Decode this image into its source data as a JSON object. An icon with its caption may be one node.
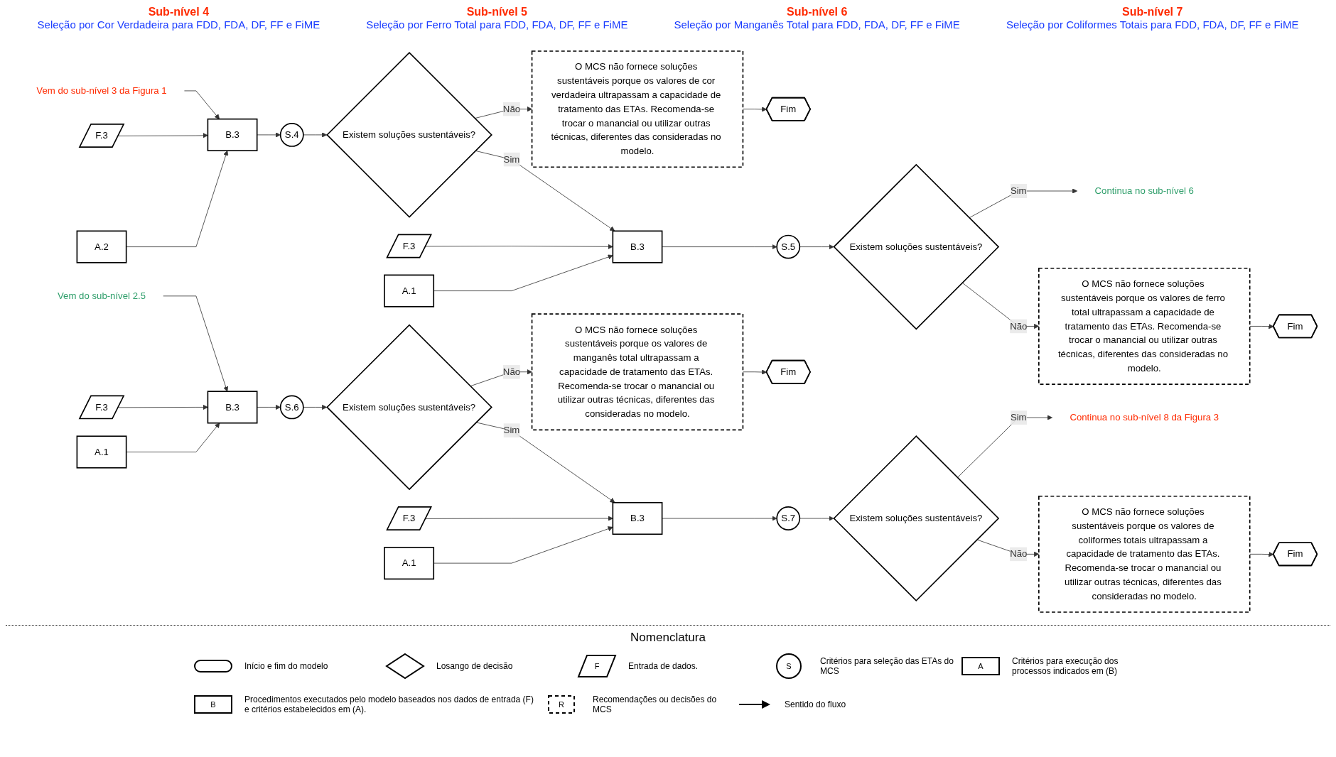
{
  "diagram": {
    "nodes": [
      {
        "text": [
          "Vem do sub-nível 3 da Figura 1"
        ]
      },
      {
        "text": [
          "F.3"
        ]
      },
      {
        "text": [
          "A.2"
        ]
      },
      {
        "text": [
          "B.3"
        ]
      },
      {
        "text": [
          "S.4"
        ]
      },
      {
        "text": [
          "Existem soluções sustentáveis?"
        ]
      },
      {
        "text": [
          "O MCS não fornece soluções sustentáveis porque os valores de cor verdadeira ultrapassam a capacidade de tratamento das ETAs. Recomenda-se trocar o manancial ou utilizar outras técnicas, diferentes das consideradas no modelo."
        ]
      },
      {
        "text": [
          "Fim"
        ]
      },
      {
        "text": [
          "F.3"
        ]
      },
      {
        "text": [
          "A.1"
        ]
      },
      {
        "text": [
          "B.3"
        ]
      },
      {
        "text": [
          "S.5"
        ]
      },
      {
        "text": [
          "Existem soluções sustentáveis?"
        ]
      },
      {
        "text": [
          "Continua no sub-nível 6"
        ]
      },
      {
        "text": [
          "O MCS não fornece soluções sustentáveis porque os valores de ferro total ultrapassam a capacidade de tratamento das ETAs. Recomenda-se trocar o manancial ou utilizar outras técnicas, diferentes das consideradas no modelo."
        ]
      },
      {
        "text": [
          "Fim"
        ]
      },
      {
        "text": [
          "Vem do sub-nível 2.5"
        ]
      },
      {
        "text": [
          "F.3"
        ]
      },
      {
        "text": [
          "A.1"
        ]
      },
      {
        "text": [
          "B.3"
        ]
      },
      {
        "text": [
          "S.6"
        ]
      },
      {
        "text": [
          "Existem soluções sustentáveis?"
        ]
      },
      {
        "text": [
          "O MCS não fornece soluções sustentáveis porque os valores de manganês total ultrapassam a capacidade de tratamento das ETAs. Recomenda-se trocar o manancial ou utilizar outras técnicas, diferentes das consideradas no modelo."
        ]
      },
      {
        "text": [
          "Fim"
        ]
      },
      {
        "text": [
          "F.3"
        ]
      },
      {
        "text": [
          "A.1"
        ]
      },
      {
        "text": [
          "B.3"
        ]
      },
      {
        "text": [
          "S.7"
        ]
      },
      {
        "text": [
          "Existem soluções sustentáveis?"
        ]
      },
      {
        "text": [
          "Continua no sub-nível 8 da Figura 3"
        ]
      },
      {
        "text": [
          "O MCS não fornece soluções sustentáveis porque os valores de coliformes totais ultrapassam a capacidade de tratamento das ETAs. Recomenda-se trocar o manancial ou utilizar outras técnicas, diferentes das consideradas no modelo."
        ]
      },
      {
        "text": [
          "Fim"
        ]
      }
    ],
    "edges": [
      {
        "from": 0,
        "to": 3,
        "arrow": "to"
      },
      {
        "from": 1,
        "to": 3,
        "arrow": "to"
      },
      {
        "from": 2,
        "to": 3,
        "arrow": "to"
      },
      {
        "from": 3,
        "to": 4,
        "arrow": "to"
      },
      {
        "from": 4,
        "to": 5,
        "arrow": "to"
      },
      {
        "from": 5,
        "to": 10,
        "arrow": "to",
        "label": "Sim"
      },
      {
        "from": 8,
        "to": 10,
        "arrow": "to"
      },
      {
        "from": 9,
        "to": 10,
        "arrow": "to"
      },
      {
        "from": 5,
        "to": 6,
        "arrow": "to",
        "label": "Não"
      },
      {
        "from": 6,
        "to": 7,
        "arrow": "to"
      },
      {
        "from": 10,
        "to": 11,
        "arrow": "to"
      },
      {
        "from": 11,
        "to": 12,
        "arrow": "to"
      },
      {
        "from": 12,
        "to": 13,
        "arrow": "to",
        "label": "Sim"
      },
      {
        "from": 12,
        "to": 14,
        "arrow": "to",
        "label": "Não"
      },
      {
        "from": 14,
        "to": 15,
        "arrow": "to"
      },
      {
        "from": 16,
        "to": 19,
        "arrow": "to"
      },
      {
        "from": 17,
        "to": 19,
        "arrow": "to"
      },
      {
        "from": 18,
        "to": 19,
        "arrow": "to"
      },
      {
        "from": 19,
        "to": 20,
        "arrow": "to"
      },
      {
        "from": 20,
        "to": 21,
        "arrow": "to"
      },
      {
        "from": 21,
        "to": 26,
        "arrow": "to",
        "label": "Sim"
      },
      {
        "from": 24,
        "to": 26,
        "arrow": "to"
      },
      {
        "from": 25,
        "to": 26,
        "arrow": "to"
      },
      {
        "from": 21,
        "to": 22,
        "arrow": "to",
        "label": "Não"
      },
      {
        "from": 22,
        "to": 23,
        "arrow": "to"
      },
      {
        "from": 26,
        "to": 27,
        "arrow": "to"
      },
      {
        "from": 27,
        "to": 28,
        "arrow": "to"
      },
      {
        "from": 28,
        "to": 29,
        "arrow": "to",
        "label": "Sim"
      },
      {
        "from": 28,
        "to": 30,
        "arrow": "to",
        "label": "Não"
      },
      {
        "from": 30,
        "to": 31,
        "arrow": "to"
      }
    ],
    "labels": [
      "Sub-nível 4",
      "Seleção por Cor Verdadeira para FDD, FDA, DF, FF e FiME",
      "Sub-nível 5",
      "Seleção por Ferro Total para FDD, FDA, DF, FF e FiME",
      "Sub-nível 6",
      "Seleção por Manganês Total para FDD, FDA, DF, FF e FiME",
      "Sub-nível 7",
      "Seleção por Coliformes Totais para FDD, FDA, DF, FF e FiME",
      "Nomenclatura",
      "F",
      "S",
      "A",
      "B",
      "R"
    ],
    "legend": [
      {
        "text": "Início e fim do modelo"
      },
      {
        "text": "Losango de decisão"
      },
      {
        "text": "Entrada de dados."
      },
      {
        "text": "Critérios para seleção das ETAs do MCS"
      },
      {
        "text": "Critérios para execução dos processos indicados em (B)"
      },
      {
        "text": "Procedimentos executados pelo modelo baseados nos dados de entrada (F) e critérios estabelecidos em (A)."
      },
      {
        "text": "Recomendações ou decisões do MCS"
      },
      {
        "text": "Sentido do fluxo"
      }
    ]
  }
}
